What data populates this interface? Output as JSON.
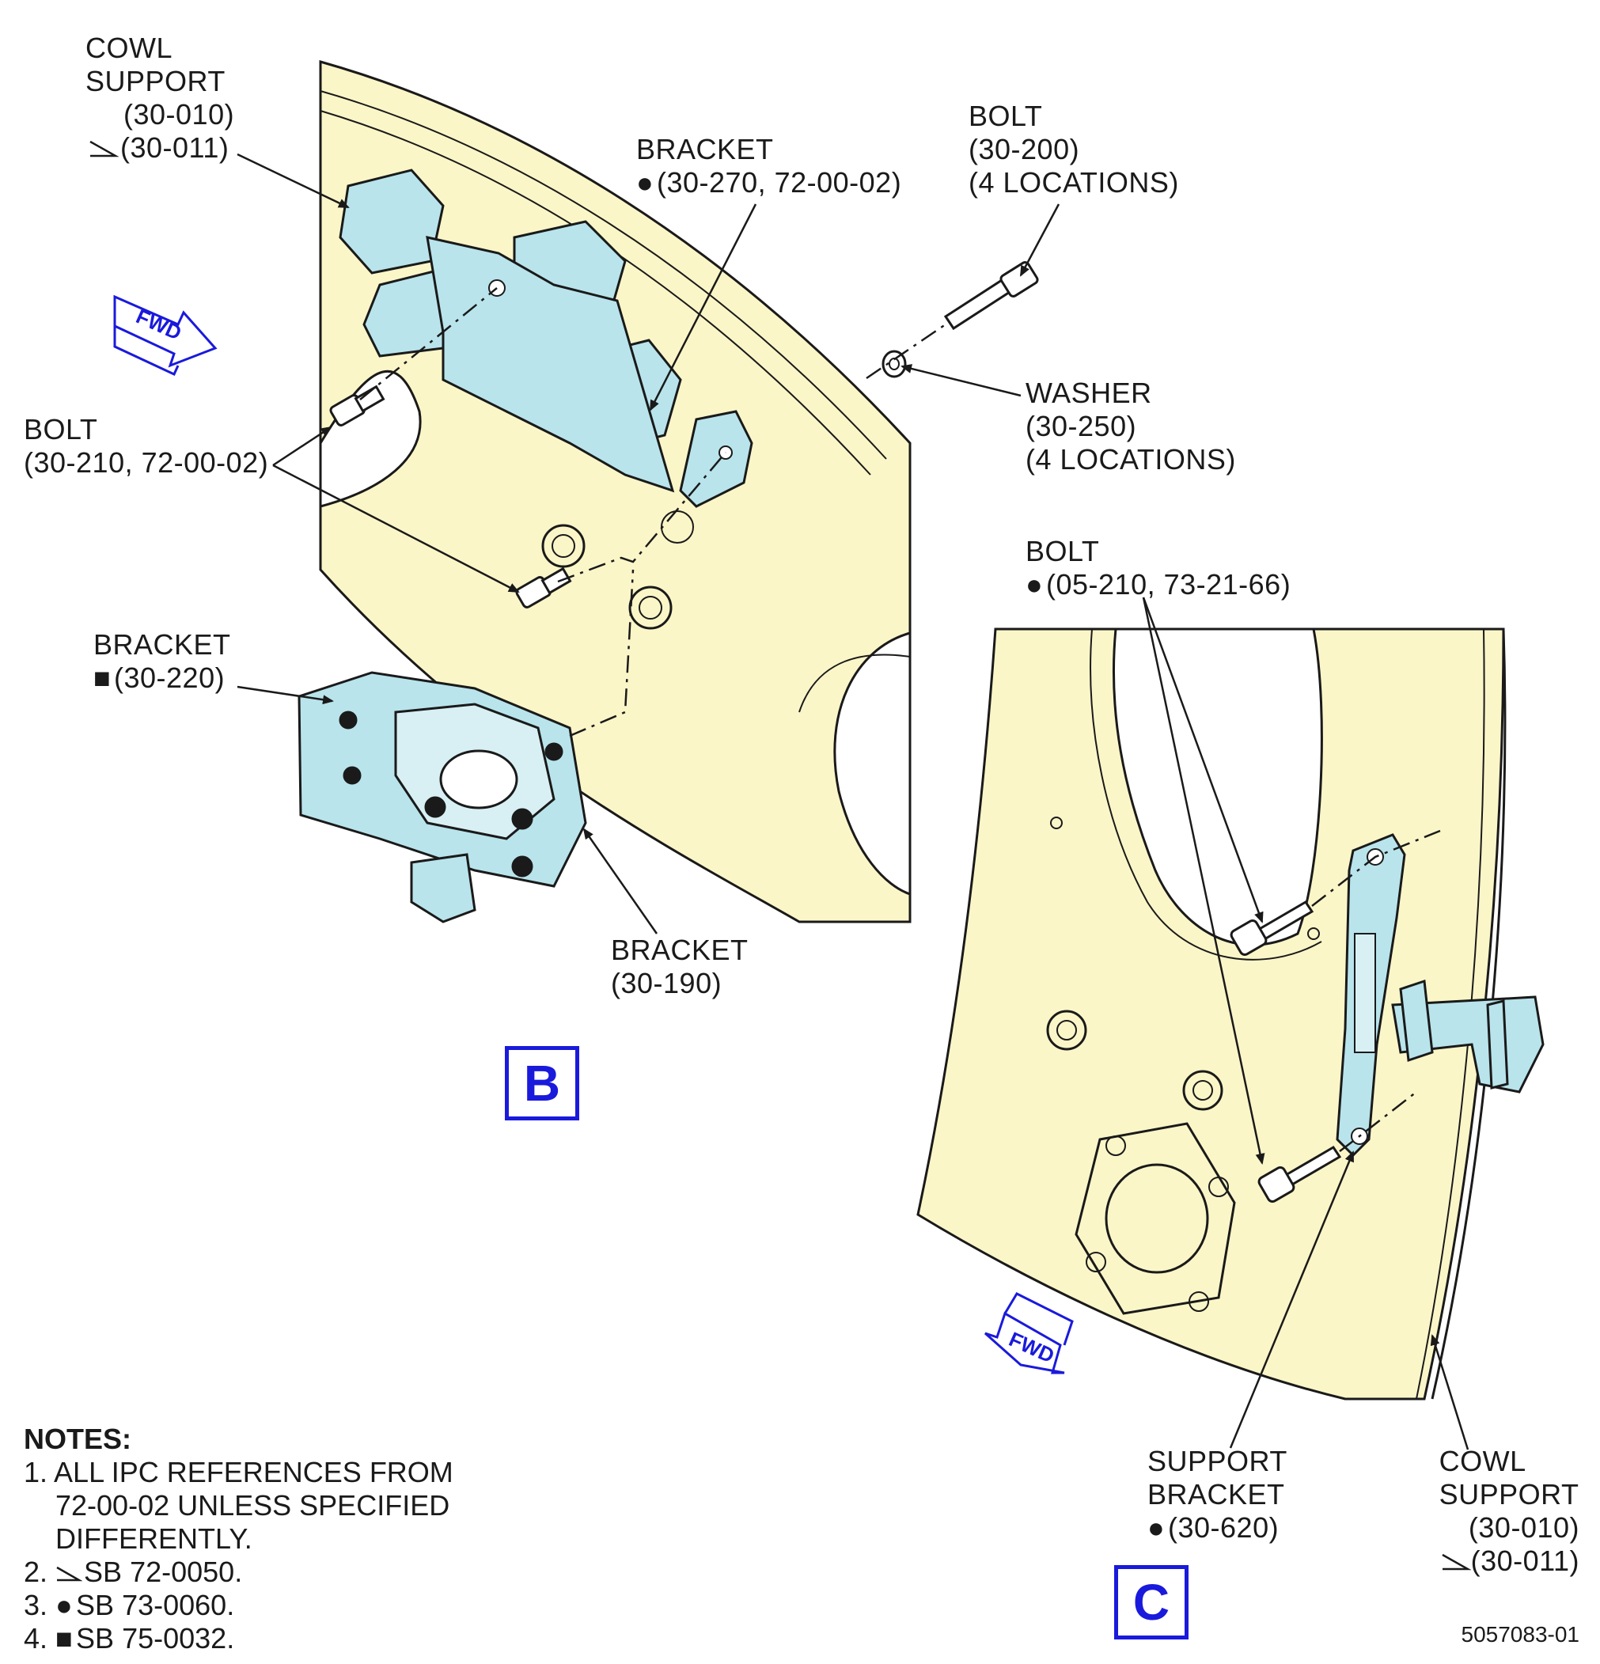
{
  "labels": {
    "cowl_support_top": {
      "l1": "COWL",
      "l2": "SUPPORT",
      "l3": "(30-010)",
      "l4": "(30-011)"
    },
    "bracket_270": {
      "l1": "BRACKET",
      "l2": "(30-270, 72-00-02)"
    },
    "bolt_200": {
      "l1": "BOLT",
      "l2": "(30-200)",
      "l3": "(4 LOCATIONS)"
    },
    "washer_250": {
      "l1": "WASHER",
      "l2": "(30-250)",
      "l3": "(4 LOCATIONS)"
    },
    "bolt_210": {
      "l1": "BOLT",
      "l2": "(30-210, 72-00-02)"
    },
    "bracket_220": {
      "l1": "BRACKET",
      "l2": "(30-220)"
    },
    "bracket_190": {
      "l1": "BRACKET",
      "l2": "(30-190)"
    },
    "bolt_05_210": {
      "l1": "BOLT",
      "l2": "(05-210, 73-21-66)"
    },
    "support_bracket": {
      "l1": "SUPPORT",
      "l2": "BRACKET",
      "l3": "(30-620)"
    },
    "cowl_support_bottom": {
      "l1": "COWL",
      "l2": "SUPPORT",
      "l3": "(30-010)",
      "l4": "(30-011)"
    }
  },
  "views": {
    "b": "B",
    "c": "C"
  },
  "fwd_label": "FWD",
  "notes": {
    "title": "NOTES:",
    "n1": "1. ALL IPC REFERENCES FROM",
    "n1b": "72-00-02 UNLESS SPECIFIED",
    "n1c": "DIFFERENTLY.",
    "n2_num": "2.",
    "n2": "SB 72-0050.",
    "n3_num": "3.",
    "n3": "SB 73-0060.",
    "n4_num": "4.",
    "n4": "SB 75-0032."
  },
  "doc_number": "5057083-01",
  "colors": {
    "panel": "#fbf6c8",
    "part": "#b9e4ec",
    "accent": "#1a1adc",
    "line": "#1a1a1a"
  },
  "symbols": {
    "triangle": "triangle-flag-icon",
    "circle": "filled-circle-icon",
    "square": "filled-square-icon"
  }
}
